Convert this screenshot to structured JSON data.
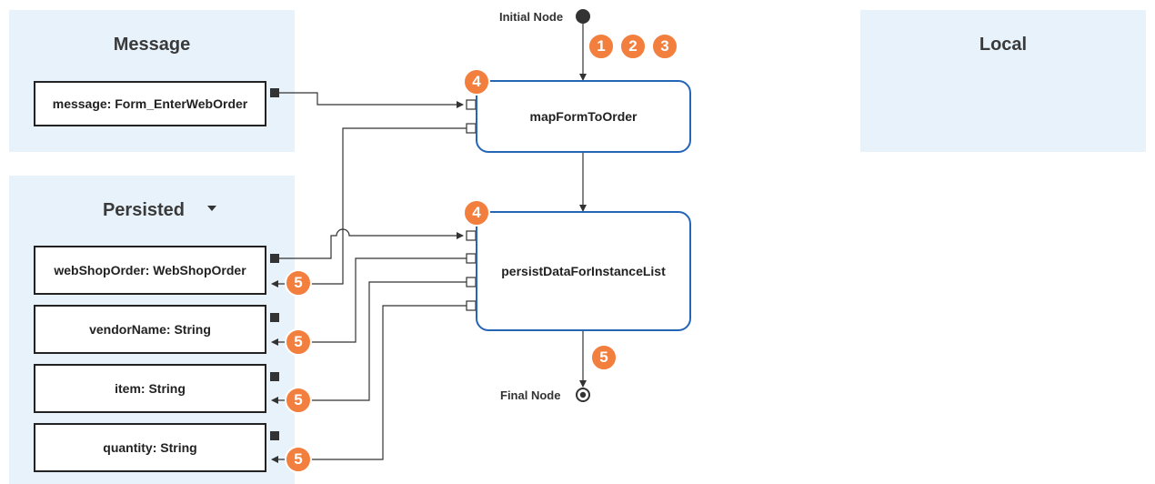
{
  "panels": {
    "message": "Message",
    "persisted": "Persisted",
    "local": "Local"
  },
  "message_vars": [
    "message: Form_EnterWebOrder"
  ],
  "persisted_vars": [
    "webShopOrder: WebShopOrder",
    "vendorName: String",
    "item: String",
    "quantity: String"
  ],
  "actions": {
    "map": "mapFormToOrder",
    "persist": "persistDataForInstanceList"
  },
  "nodes": {
    "initial": "Initial Node",
    "final": "Final Node"
  },
  "badges": {
    "top": [
      "1",
      "2",
      "3"
    ],
    "map": "4",
    "persist": "4",
    "final": "5",
    "vars": [
      "5",
      "5",
      "5",
      "5"
    ]
  },
  "colors": {
    "panel": "#e7f2fa",
    "action_border": "#2565b5",
    "badge": "#f27f3d"
  }
}
